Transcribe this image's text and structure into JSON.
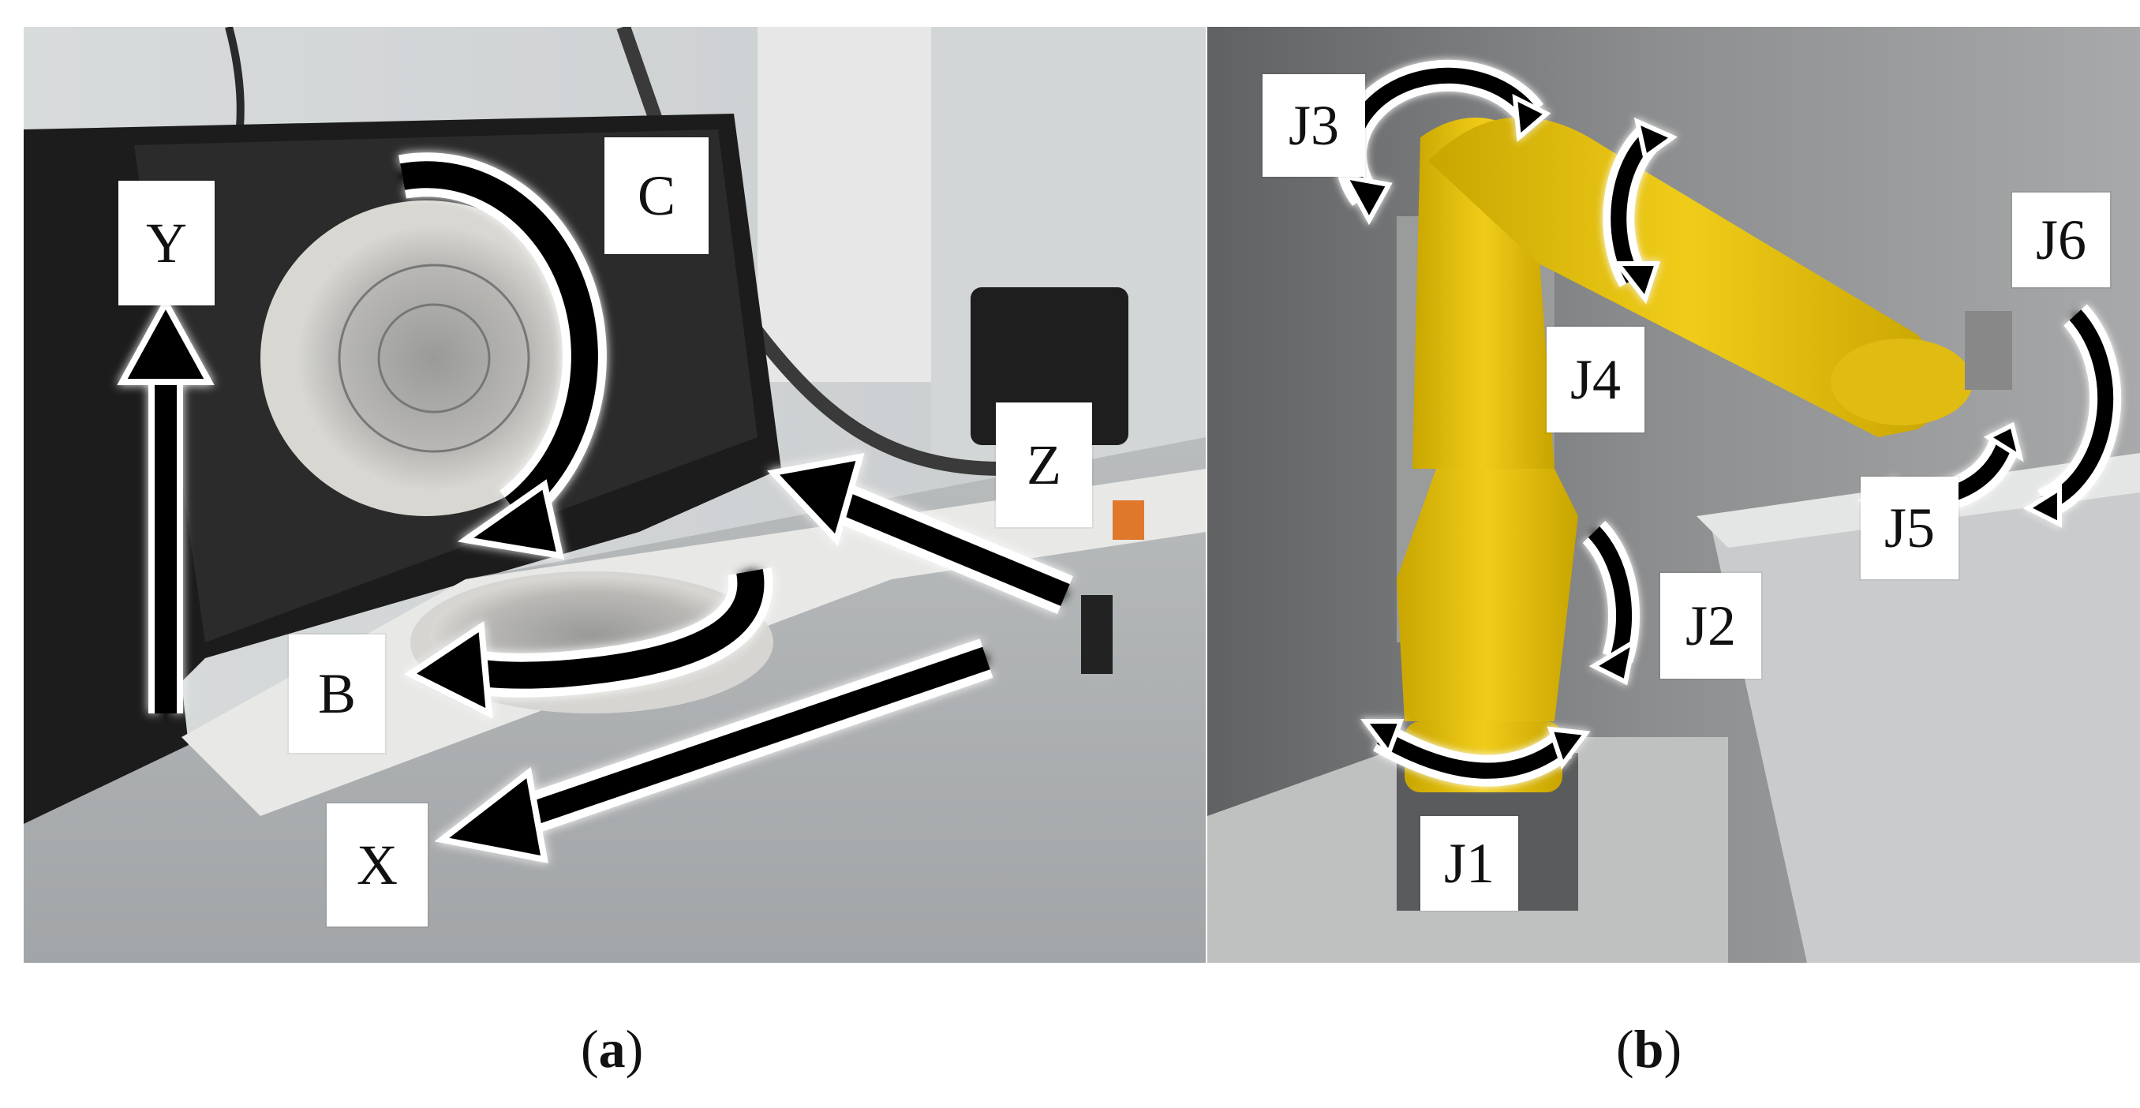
{
  "panels": [
    {
      "id": "a",
      "caption_letter": "a",
      "labels": [
        "Y",
        "C",
        "Z",
        "B",
        "X"
      ]
    },
    {
      "id": "b",
      "caption_letter": "b",
      "labels": [
        "J3",
        "J6",
        "J4",
        "J5",
        "J2",
        "J1"
      ]
    }
  ]
}
